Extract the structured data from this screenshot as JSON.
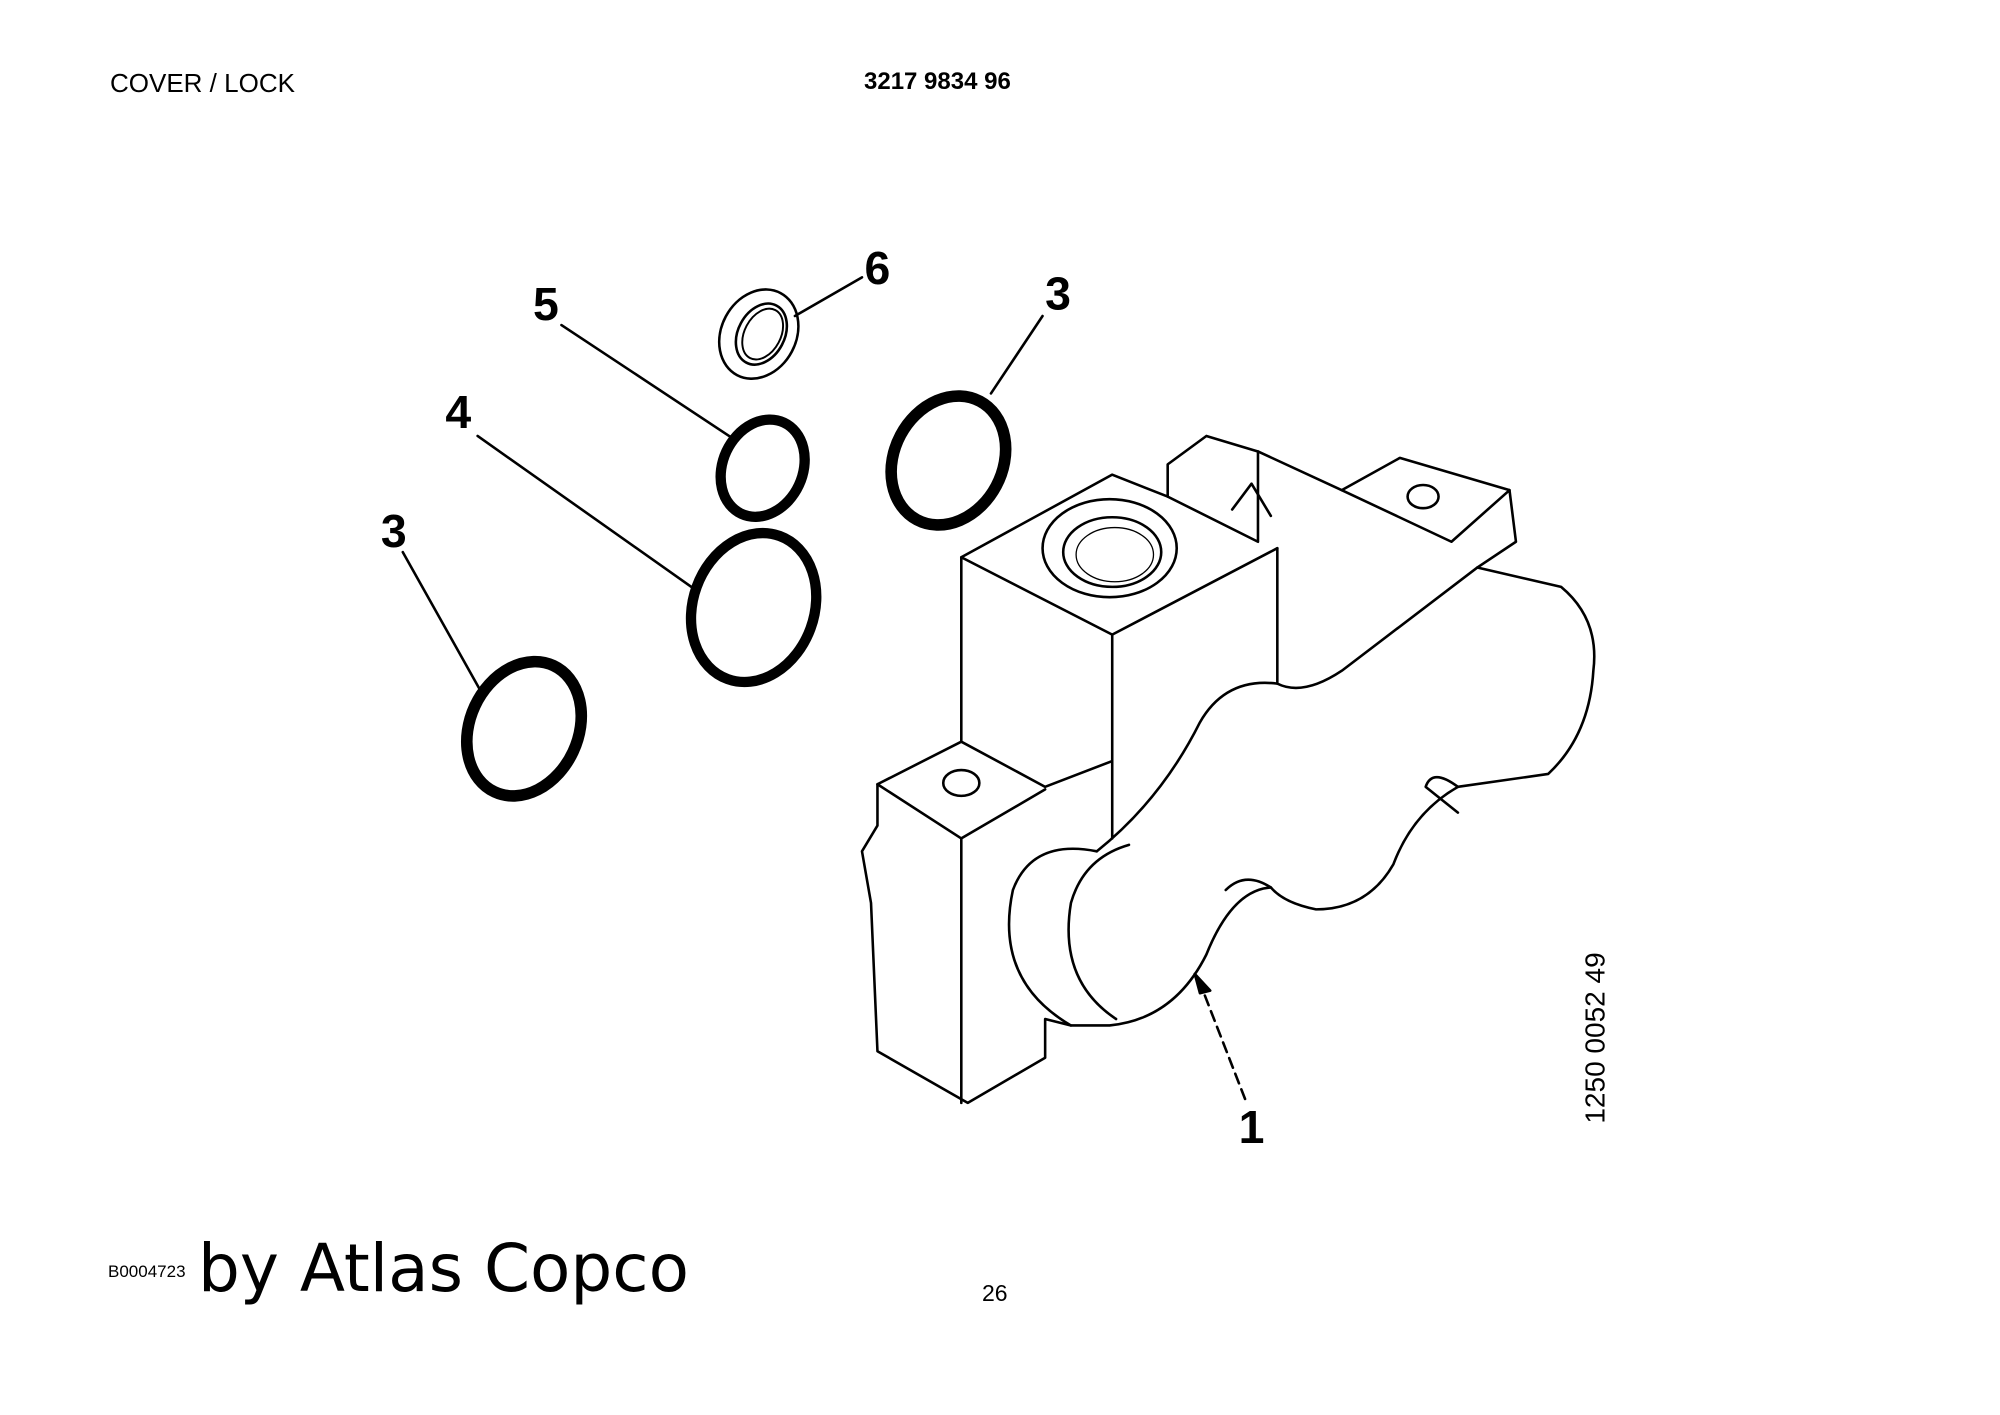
{
  "header": {
    "title": "COVER / LOCK",
    "part_number": "3217 9834 96"
  },
  "callouts": [
    "6",
    "5",
    "3",
    "4",
    "3",
    "1"
  ],
  "drawing_ref": "1250 0052 49",
  "footer": {
    "code": "B0004723",
    "brand": "by Atlas Copco",
    "page_number": "26"
  }
}
